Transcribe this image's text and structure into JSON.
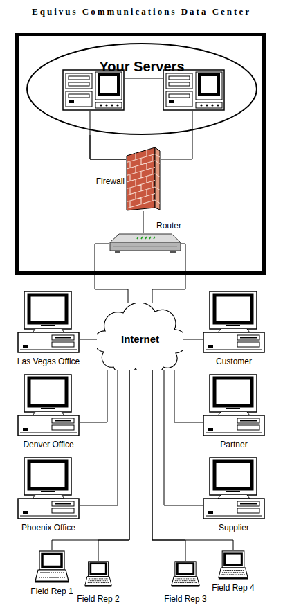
{
  "diagram": {
    "nodes": [
      {
        "text": [
          "Equivus Communications Data Center"
        ]
      },
      {
        "text": [
          "Your Servers"
        ],
        "in": 0
      },
      {
        "text": [
          "Firewall"
        ],
        "in": 0
      },
      {
        "text": [
          "Router"
        ],
        "in": 0
      },
      {
        "text": [
          "Internet"
        ]
      },
      {
        "text": [
          "Las Vegas Office"
        ]
      },
      {
        "text": [
          "Customer"
        ]
      },
      {
        "text": [
          "Denver Office"
        ]
      },
      {
        "text": [
          "Partner"
        ]
      },
      {
        "text": [
          "Phoenix Office"
        ]
      },
      {
        "text": [
          "Supplier"
        ]
      },
      {
        "text": [
          "Field Rep 1"
        ]
      },
      {
        "text": [
          "Field Rep 2"
        ]
      },
      {
        "text": [
          "Field Rep 3"
        ]
      },
      {
        "text": [
          "Field Rep 4"
        ]
      }
    ],
    "edges": [
      {
        "from": 1,
        "to": 2,
        "arrow": "none"
      },
      {
        "from": 2,
        "to": 3,
        "arrow": "none"
      },
      {
        "from": 3,
        "to": 4,
        "arrow": "none"
      },
      {
        "from": 3,
        "to": 4,
        "arrow": "none"
      },
      {
        "from": 4,
        "to": 5,
        "arrow": "none"
      },
      {
        "from": 4,
        "to": 6,
        "arrow": "none"
      },
      {
        "from": 4,
        "to": 7,
        "arrow": "none"
      },
      {
        "from": 4,
        "to": 8,
        "arrow": "none"
      },
      {
        "from": 4,
        "to": 9,
        "arrow": "none"
      },
      {
        "from": 4,
        "to": 10,
        "arrow": "none"
      },
      {
        "from": 4,
        "to": 11,
        "arrow": "none"
      },
      {
        "from": 4,
        "to": 12,
        "arrow": "none"
      },
      {
        "from": 4,
        "to": 13,
        "arrow": "none"
      },
      {
        "from": 4,
        "to": 14,
        "arrow": "none"
      }
    ]
  }
}
